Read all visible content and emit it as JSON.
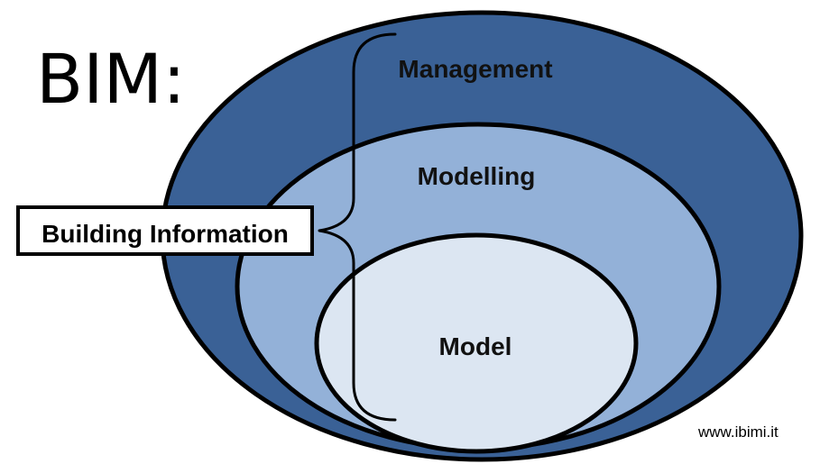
{
  "title": "BIM:",
  "rings": {
    "outer": {
      "label": "Management",
      "fill": "#3A6196"
    },
    "middle": {
      "label": "Modelling",
      "fill": "#93B1D8"
    },
    "inner": {
      "label": "Model",
      "fill": "#DCE6F2"
    }
  },
  "box": {
    "label": "Building Information"
  },
  "footer": {
    "url": "www.ibimi.it"
  },
  "colors": {
    "stroke": "#000000",
    "box_fill": "#FFFFFF"
  }
}
